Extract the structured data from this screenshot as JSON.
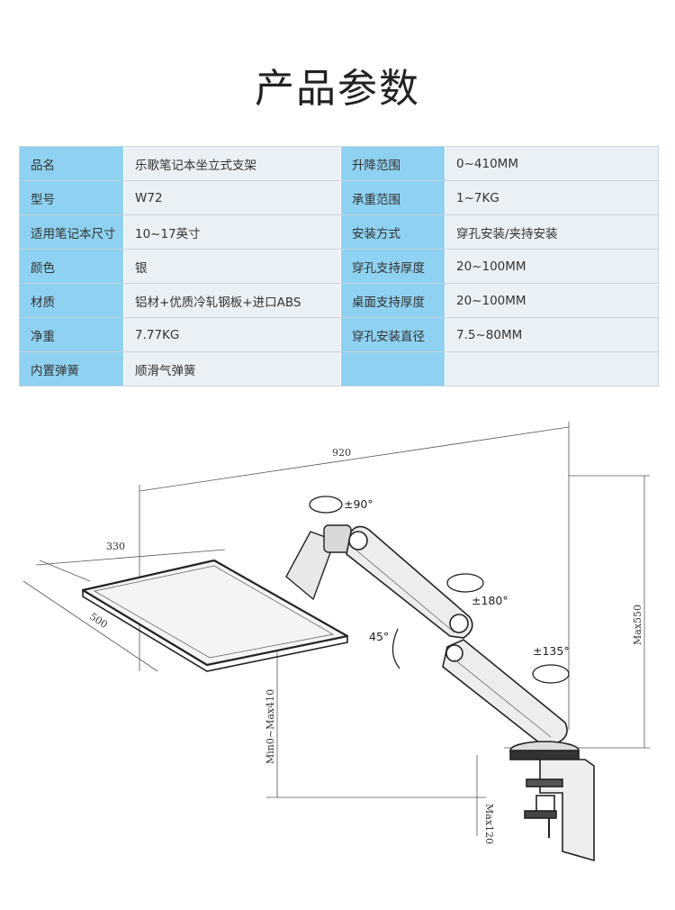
{
  "title": "产品参数",
  "specs": [
    [
      "品名",
      "乐歌笔记本坐立式支架",
      "升降范围",
      "0~410MM"
    ],
    [
      "型号",
      "W72",
      "承重范围",
      "1~7KG"
    ],
    [
      "适用笔记本尺寸",
      "10~17英寸",
      "安装方式",
      "穿孔安装/夹持安装"
    ],
    [
      "颜色",
      "银",
      "穿孔支持厚度",
      "20~100MM"
    ],
    [
      "材质",
      "铝材+优质冷轧钢板+进口ABS",
      "桌面支持厚度",
      "20~100MM"
    ],
    [
      "净重",
      "7.77KG",
      "穿孔安装直径",
      "7.5~80MM"
    ],
    [
      "内置弹簧",
      "顺滑气弹簧",
      "",
      ""
    ]
  ],
  "diagram": {
    "dim_width": "920",
    "dim_tray_depth": "330",
    "dim_tray_width": "500",
    "dim_height": "Max550",
    "dim_lift": "Min0~Max410",
    "dim_clamp": "Max120",
    "rot_top": "±90°",
    "rot_mid": "±180°",
    "tilt": "45°",
    "rot_base": "±135°"
  },
  "colors": {
    "key_cell": "#8fd1f1",
    "value_cell": "#eaf1f6",
    "line": "#333333"
  }
}
